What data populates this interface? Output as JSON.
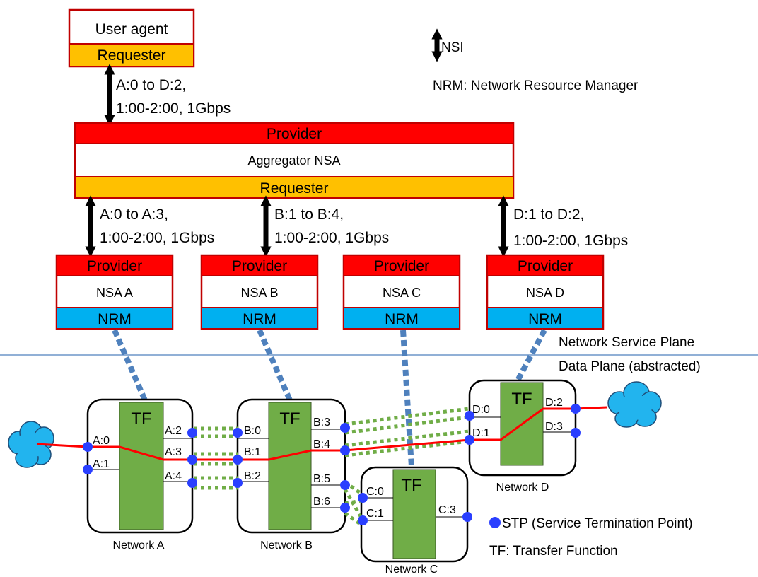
{
  "colors": {
    "provider_red": "#ff0000",
    "requester_orange": "#ffc000",
    "nrm_blue": "#00b0f0",
    "tf_green": "#70ad47",
    "stp_blue": "#2a3fff",
    "cloud_blue": "#22b4ee",
    "plane_line": "#4f81bd",
    "path_red": "#ff0000",
    "dotted_green": "#70ad47",
    "dotted_blue": "#4f81bd"
  },
  "user_agent": {
    "title": "User agent",
    "requester": "Requester"
  },
  "legend": {
    "nsi": "NSI",
    "nrm_def": "NRM: Network Resource Manager",
    "stp_def": "STP (Service Termination Point)",
    "tf_def": "TF: Transfer Function"
  },
  "top_request": {
    "line1": "A:0 to D:2,",
    "line2": "1:00-2:00, 1Gbps"
  },
  "aggregator": {
    "provider": "Provider",
    "name": "Aggregator NSA",
    "requester": "Requester"
  },
  "sub_requests": [
    {
      "line1": "A:0 to A:3,",
      "line2": "1:00-2:00, 1Gbps"
    },
    {
      "line1": "B:1 to B:4,",
      "line2": "1:00-2:00, 1Gbps"
    },
    {
      "line1": "D:1 to D:2,",
      "line2": "1:00-2:00, 1Gbps"
    }
  ],
  "nsas": [
    {
      "provider": "Provider",
      "name": "NSA A",
      "nrm": "NRM"
    },
    {
      "provider": "Provider",
      "name": "NSA B",
      "nrm": "NRM"
    },
    {
      "provider": "Provider",
      "name": "NSA C",
      "nrm": "NRM"
    },
    {
      "provider": "Provider",
      "name": "NSA D",
      "nrm": "NRM"
    }
  ],
  "planes": {
    "service": "Network Service Plane",
    "data": "Data Plane (abstracted)"
  },
  "networks": [
    {
      "name": "Network A",
      "tf": "TF",
      "ports": [
        "A:0",
        "A:1",
        "A:2",
        "A:3",
        "A:4"
      ]
    },
    {
      "name": "Network B",
      "tf": "TF",
      "ports": [
        "B:0",
        "B:1",
        "B:2",
        "B:3",
        "B:4",
        "B:5",
        "B:6"
      ]
    },
    {
      "name": "Network C",
      "tf": "TF",
      "ports": [
        "C:0",
        "C:1",
        "C:3"
      ]
    },
    {
      "name": "Network D",
      "tf": "TF",
      "ports": [
        "D:0",
        "D:1",
        "D:2",
        "D:3"
      ]
    }
  ]
}
